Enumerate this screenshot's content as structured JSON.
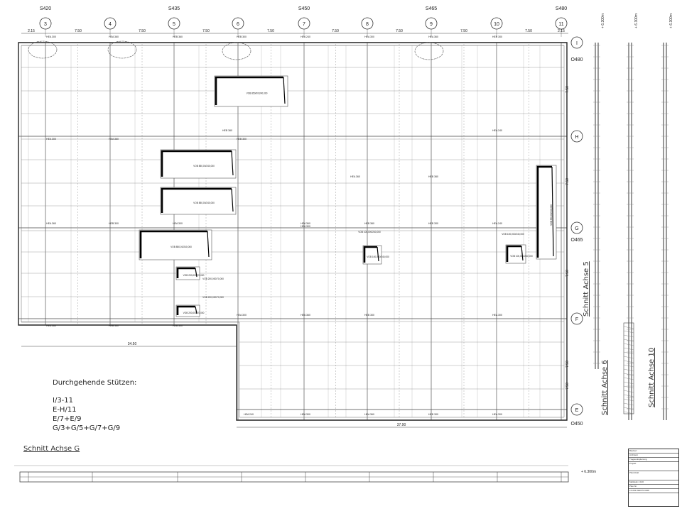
{
  "drawing": {
    "station_labels": [
      "S420",
      "S435",
      "S450",
      "S465",
      "S480"
    ],
    "axis_numbers": [
      "3",
      "4",
      "5",
      "6",
      "7",
      "8",
      "9",
      "10",
      "11"
    ],
    "axis_letters": [
      "I",
      "H",
      "G",
      "F",
      "E"
    ],
    "elevation_labels": [
      "O480",
      "O465",
      "O450"
    ],
    "top_dimensions": [
      "2.15",
      "7.50",
      "7.50",
      "7.50",
      "7.50",
      "7.50",
      "7.50",
      "7.50",
      "7.50",
      "2.15"
    ],
    "right_dimensions": [
      "7.50",
      "7.50",
      "7.50",
      "7.50",
      "7.50"
    ],
    "beam_labels": [
      "HEA 300",
      "HEA 360",
      "HEB 360",
      "HEB 300",
      "HEA 240",
      "HEA 300",
      "HEA 360",
      "HEB 300"
    ],
    "opening_labels": [
      "VOB 850/00/240,000",
      "VOB 850,00/240,000",
      "VOB 850,00/240,000",
      "VOB 850,00/240,000",
      "VOB 100,000/240,000",
      "VOB 100,000/240,000",
      "VOB 850,00/240,000",
      "VOB 200,000/70,000",
      "VOB 200,000/70,000",
      "VOB 100,000/240,000"
    ],
    "bottom_dims": [
      "34.50",
      "37.90"
    ],
    "level_marks": [
      "+ 6.300m",
      "+ 6.300m",
      "+ 6.300m",
      "+ 6.300m"
    ]
  },
  "notes": {
    "title": "Durchgehende Stützen:",
    "lines": [
      "I/3-11",
      "E-H/11",
      "E/7+E/9",
      "G/3+G/5+G/7+G/9"
    ]
  },
  "sections": {
    "g": "Schnitt Achse G",
    "a5": "Schnitt Achse 5",
    "a6": "Schnitt Achse 6",
    "a10": "Schnitt Achse 10"
  },
  "title_block": {
    "rows": [
      "Bauherr",
      "Architekt",
      "Tragwerksplanung",
      "Projekt",
      "Planinhalt",
      "Maßstab 1:100",
      "Plan-Nr."
    ],
    "scale": "1:100",
    "plan_no": "15-093-WE070-9028"
  }
}
